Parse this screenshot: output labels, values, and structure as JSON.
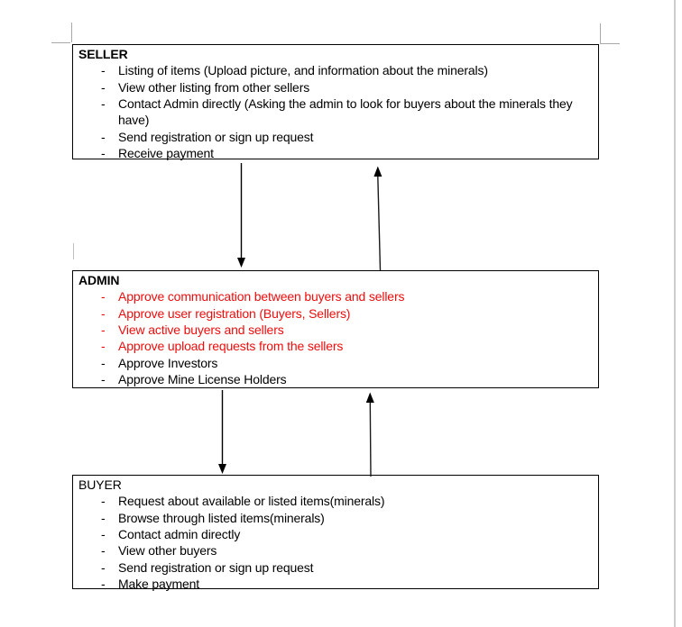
{
  "colors": {
    "box_border": "#000000",
    "text": "#000000",
    "red_text": "#ee0d0d",
    "crop_mark": "#a8a8a8",
    "page_edge": "#cdcdcd"
  },
  "list_bullet": "-",
  "boxes": [
    {
      "id": "seller",
      "title": "SELLER",
      "title_bold": true,
      "items": [
        {
          "text": "Listing of items (Upload picture, and information about the minerals)",
          "color": "black"
        },
        {
          "text": "View other listing from other sellers",
          "color": "black"
        },
        {
          "text": "Contact Admin directly (Asking the admin to look for buyers about the minerals they have)",
          "color": "black"
        },
        {
          "text": "Send registration or sign up request",
          "color": "black"
        },
        {
          "text": "Receive payment",
          "color": "black"
        }
      ]
    },
    {
      "id": "admin",
      "title": "ADMIN",
      "title_bold": true,
      "items": [
        {
          "text": "Approve communication between buyers and sellers",
          "color": "red"
        },
        {
          "text": "Approve user registration (Buyers, Sellers)",
          "color": "red"
        },
        {
          "text": "View active buyers and sellers",
          "color": "red"
        },
        {
          "text": "Approve upload requests from the sellers",
          "color": "red"
        },
        {
          "text": "Approve Investors",
          "color": "black"
        },
        {
          "text": "Approve Mine License Holders",
          "color": "black"
        }
      ]
    },
    {
      "id": "buyer",
      "title": "BUYER",
      "title_bold": false,
      "items": [
        {
          "text": "Request about available or listed items(minerals)",
          "color": "black"
        },
        {
          "text": "Browse through listed items(minerals)",
          "color": "black"
        },
        {
          "text": "Contact admin directly",
          "color": "black"
        },
        {
          "text": "View other buyers",
          "color": "black"
        },
        {
          "text": "Send registration or sign up request",
          "color": "black"
        },
        {
          "text": "Make payment",
          "color": "black"
        }
      ]
    }
  ],
  "arrows": [
    {
      "from": "seller",
      "to": "admin",
      "direction": "down"
    },
    {
      "from": "admin",
      "to": "seller",
      "direction": "up"
    },
    {
      "from": "admin",
      "to": "buyer",
      "direction": "down"
    },
    {
      "from": "buyer",
      "to": "admin",
      "direction": "up"
    }
  ]
}
